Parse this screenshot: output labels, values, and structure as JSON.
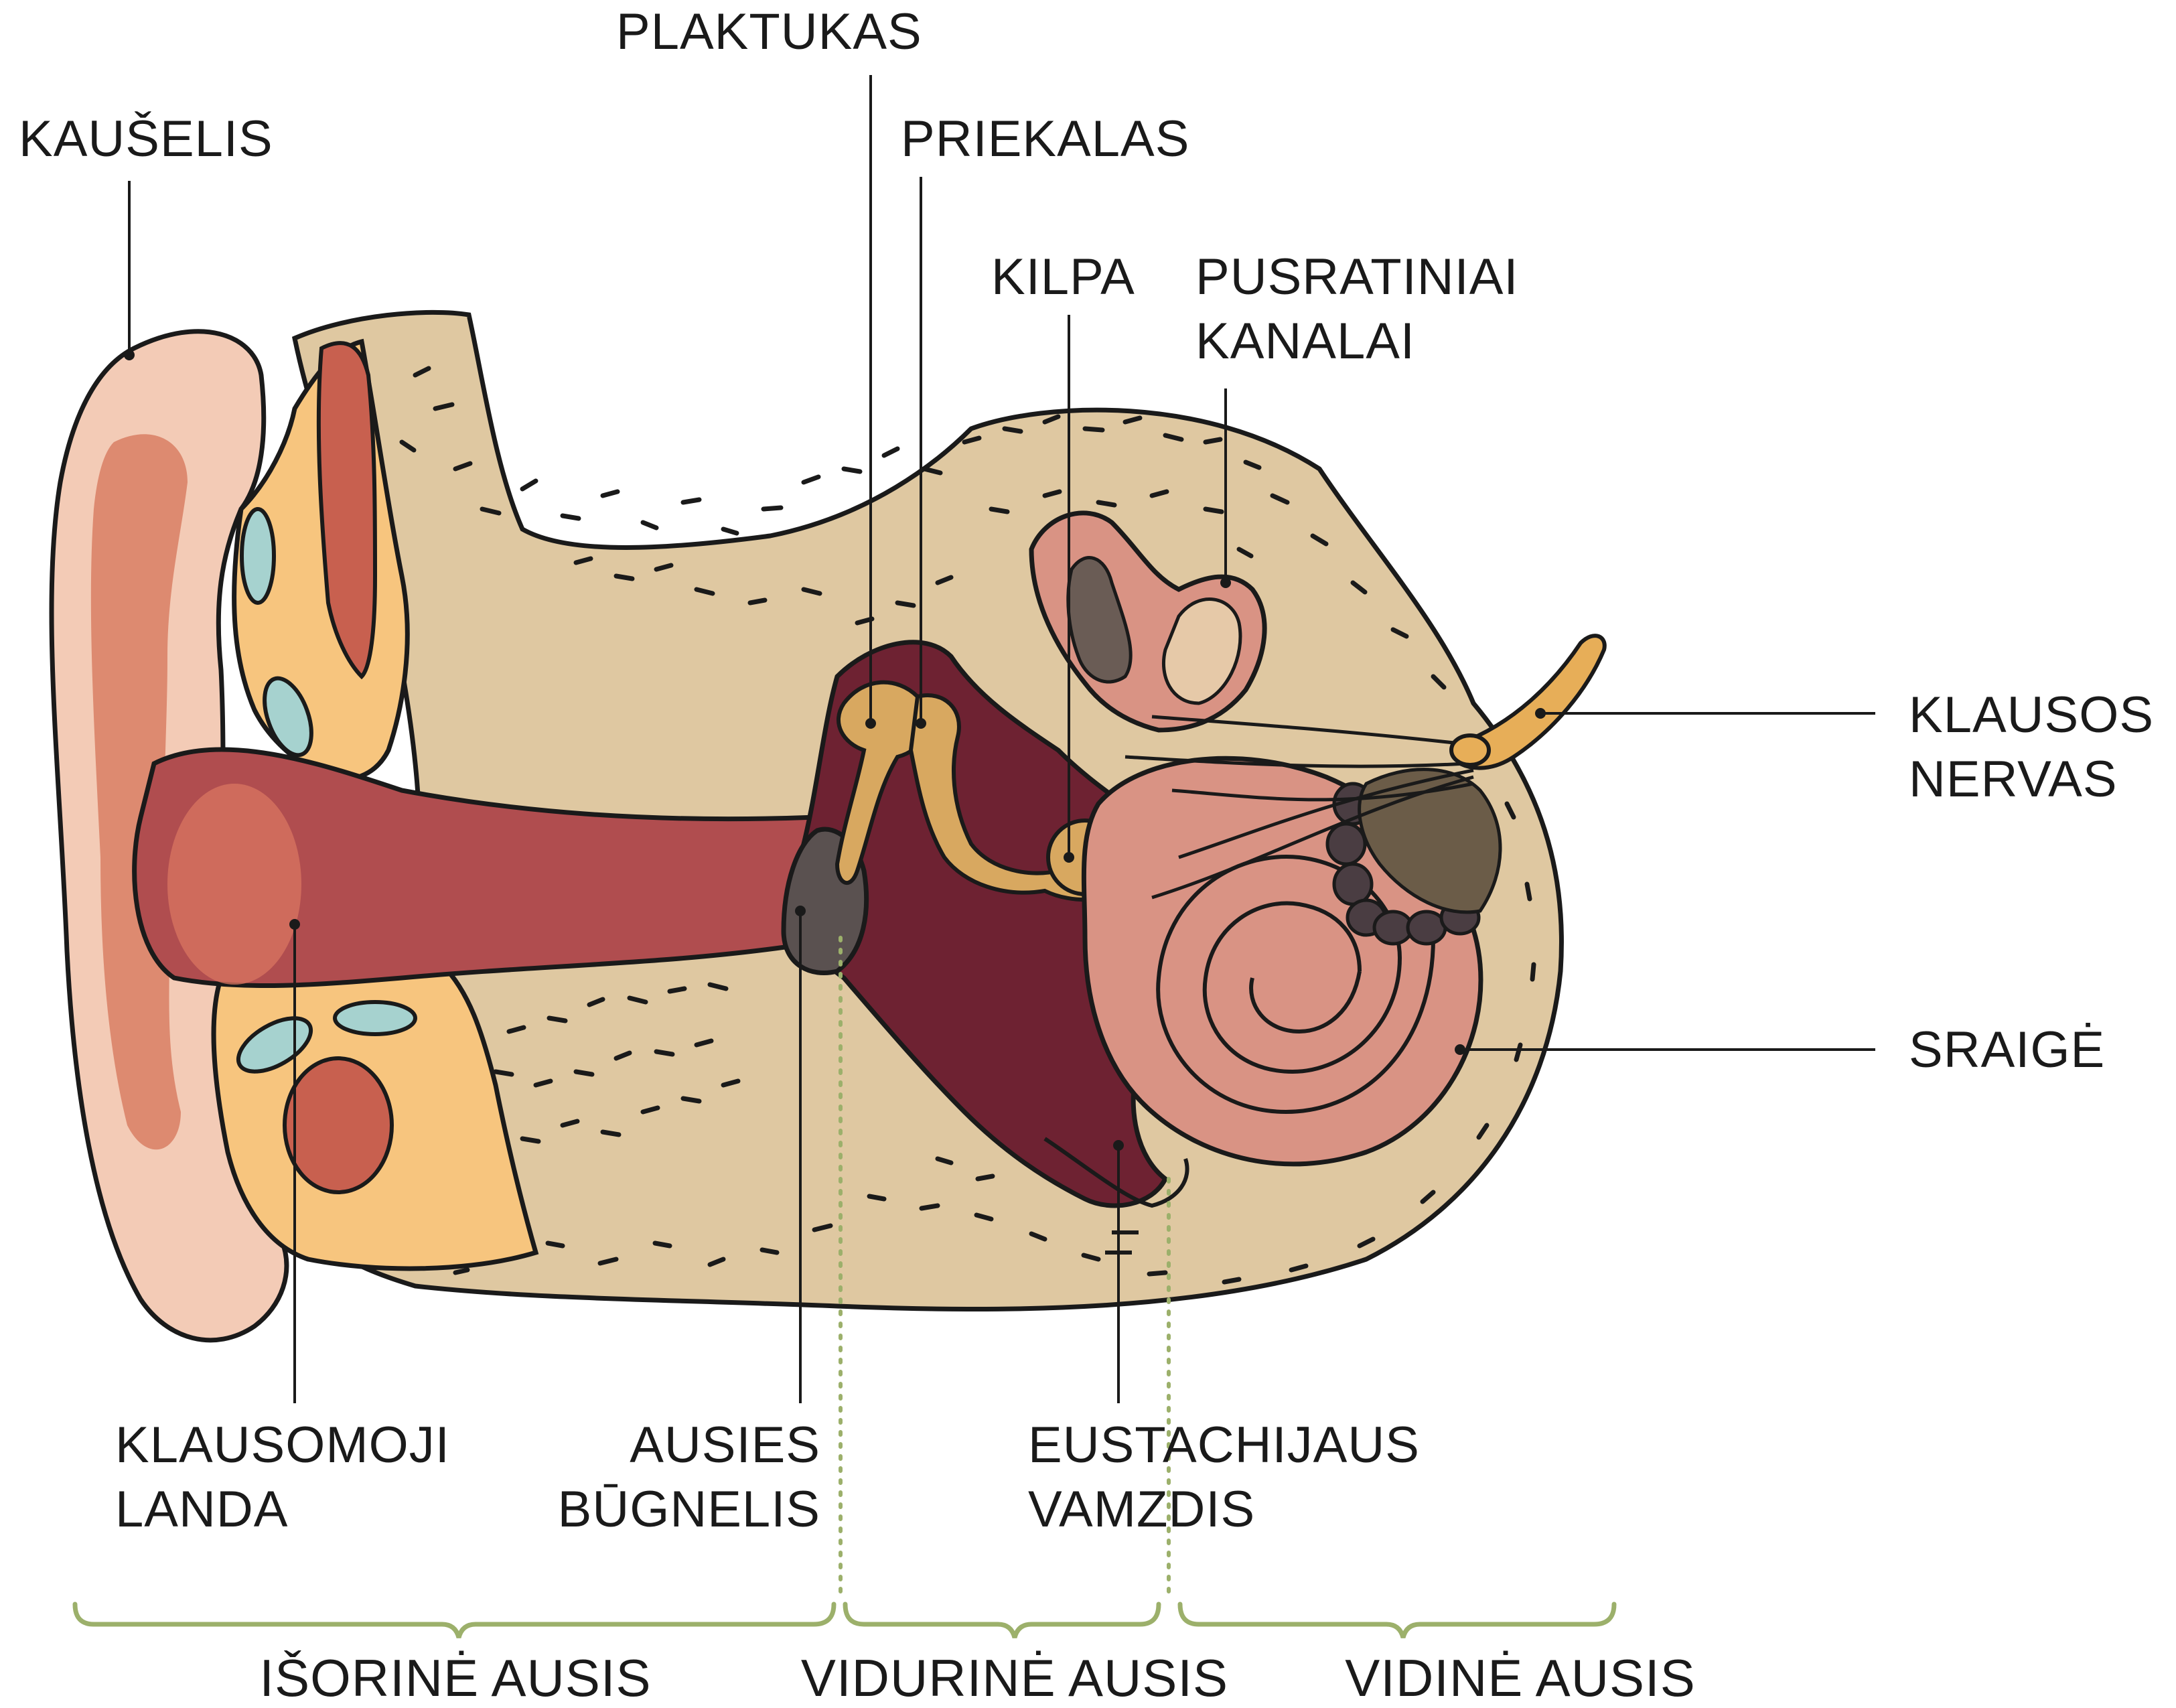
{
  "labels": {
    "kauselis": "KAUŠELIS",
    "plaktukas": "PLAKTUKAS",
    "priekalas": "PRIEKALAS",
    "kilpa": "KILPA",
    "pusratiniai_1": "PUSRATINIAI",
    "pusratiniai_2": "KANALAI",
    "klausos_1": "KLAUSOS",
    "klausos_2": "NERVAS",
    "sraige": "SRAIGĖ",
    "landa_1": "KLAUSOMOJI",
    "landa_2": "LANDA",
    "bugnelis_1": "AUSIES",
    "bugnelis_2": "BŪGNELIS",
    "eustachijaus_1": "EUSTACHIJAUS",
    "eustachijaus_2": "VAMZDIS"
  },
  "sections": {
    "outer": "IŠORINĖ AUSIS",
    "middle": "VIDURINĖ AUSIS",
    "inner": "VIDINĖ AUSIS"
  },
  "colors": {
    "auricle": "#f3cbb6",
    "auricle_inner": "#dd8a70",
    "cartilage": "#f7c57e",
    "bone": "#dfc8a1",
    "canal": "#b04d4f",
    "middle_cavity": "#6e2232",
    "ossicles": "#d8a860",
    "cochlea": "#d99384",
    "nerve": "#e7ae58",
    "teal": "#a6d2cf",
    "muscle": "#c8604f",
    "outline": "#1a1a1a",
    "bracket": "#9cb06b"
  }
}
